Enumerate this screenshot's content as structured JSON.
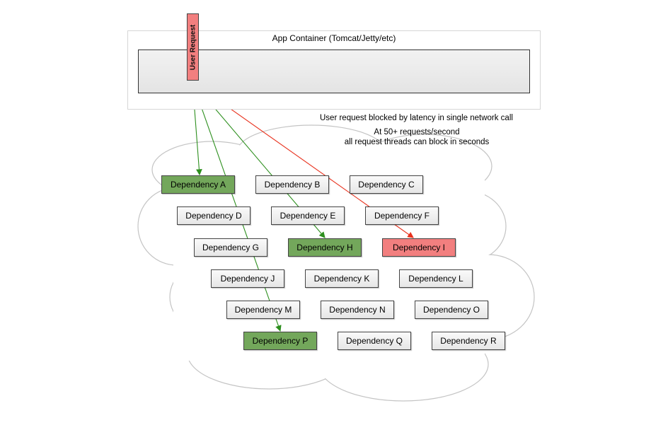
{
  "container": {
    "title": "App Container (Tomcat/Jetty/etc)"
  },
  "user_request": {
    "label": "User Request"
  },
  "notes": {
    "line1": "User request blocked by latency in single network call",
    "line2": "At 50+ requests/second",
    "line3": "all request threads can block in seconds"
  },
  "colors": {
    "healthy": "#73a75b",
    "failing": "#f27f7f",
    "normal": "#eeeeee",
    "healthy_arrow": "#2d8f1e",
    "failing_arrow": "#e8321e"
  },
  "dependencies": [
    {
      "label": "Dependency A",
      "status": "green"
    },
    {
      "label": "Dependency B",
      "status": "normal"
    },
    {
      "label": "Dependency C",
      "status": "normal"
    },
    {
      "label": "Dependency D",
      "status": "normal"
    },
    {
      "label": "Dependency E",
      "status": "normal"
    },
    {
      "label": "Dependency F",
      "status": "normal"
    },
    {
      "label": "Dependency G",
      "status": "normal"
    },
    {
      "label": "Dependency H",
      "status": "green"
    },
    {
      "label": "Dependency I",
      "status": "red"
    },
    {
      "label": "Dependency J",
      "status": "normal"
    },
    {
      "label": "Dependency K",
      "status": "normal"
    },
    {
      "label": "Dependency L",
      "status": "normal"
    },
    {
      "label": "Dependency M",
      "status": "normal"
    },
    {
      "label": "Dependency N",
      "status": "normal"
    },
    {
      "label": "Dependency O",
      "status": "normal"
    },
    {
      "label": "Dependency P",
      "status": "green"
    },
    {
      "label": "Dependency Q",
      "status": "normal"
    },
    {
      "label": "Dependency R",
      "status": "normal"
    }
  ],
  "calls": [
    {
      "to": "Dependency A",
      "status": "green"
    },
    {
      "to": "Dependency H",
      "status": "green"
    },
    {
      "to": "Dependency P",
      "status": "green"
    },
    {
      "to": "Dependency I",
      "status": "red"
    }
  ]
}
